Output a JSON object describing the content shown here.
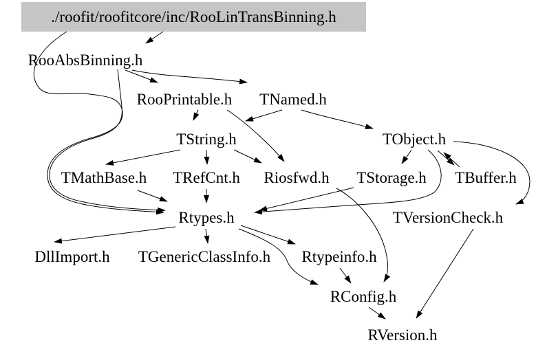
{
  "diagram": {
    "kind": "include-dependency-graph",
    "colors": {
      "background": "#ffffff",
      "main_node_fill": "#c5c5c5",
      "edge": "#000000",
      "text": "#000000"
    },
    "main_node": "./roofit/roofitcore/inc/RooLinTransBinning.h",
    "nodes": [
      {
        "id": "main",
        "label": "./roofit/roofitcore/inc/RooLinTransBinning.h"
      },
      {
        "id": "RooAbsBinning",
        "label": "RooAbsBinning.h"
      },
      {
        "id": "RooPrintable",
        "label": "RooPrintable.h"
      },
      {
        "id": "TNamed",
        "label": "TNamed.h"
      },
      {
        "id": "TString",
        "label": "TString.h"
      },
      {
        "id": "TObject",
        "label": "TObject.h"
      },
      {
        "id": "TMathBase",
        "label": "TMathBase.h"
      },
      {
        "id": "TRefCnt",
        "label": "TRefCnt.h"
      },
      {
        "id": "Riosfwd",
        "label": "Riosfwd.h"
      },
      {
        "id": "TStorage",
        "label": "TStorage.h"
      },
      {
        "id": "TBuffer",
        "label": "TBuffer.h"
      },
      {
        "id": "Rtypes",
        "label": "Rtypes.h"
      },
      {
        "id": "TVersionCheck",
        "label": "TVersionCheck.h"
      },
      {
        "id": "DllImport",
        "label": "DllImport.h"
      },
      {
        "id": "TGenericClassInfo",
        "label": "TGenericClassInfo.h"
      },
      {
        "id": "Rtypeinfo",
        "label": "Rtypeinfo.h"
      },
      {
        "id": "RConfig",
        "label": "RConfig.h"
      },
      {
        "id": "RVersion",
        "label": "RVersion.h"
      }
    ],
    "edges": [
      {
        "from": "main",
        "to": "RooAbsBinning"
      },
      {
        "from": "main",
        "to": "Rtypes"
      },
      {
        "from": "RooAbsBinning",
        "to": "RooPrintable"
      },
      {
        "from": "RooAbsBinning",
        "to": "TNamed"
      },
      {
        "from": "RooAbsBinning",
        "to": "Rtypes"
      },
      {
        "from": "RooPrintable",
        "to": "TString"
      },
      {
        "from": "RooPrintable",
        "to": "Riosfwd"
      },
      {
        "from": "TNamed",
        "to": "TString"
      },
      {
        "from": "TNamed",
        "to": "TObject"
      },
      {
        "from": "TString",
        "to": "TMathBase"
      },
      {
        "from": "TString",
        "to": "TRefCnt"
      },
      {
        "from": "TString",
        "to": "Riosfwd"
      },
      {
        "from": "TObject",
        "to": "TStorage"
      },
      {
        "from": "TObject",
        "to": "Rtypes"
      },
      {
        "from": "TObject",
        "to": "TBuffer"
      },
      {
        "from": "TBuffer",
        "to": "TObject"
      },
      {
        "from": "TObject",
        "to": "TVersionCheck"
      },
      {
        "from": "TStorage",
        "to": "Rtypes"
      },
      {
        "from": "TMathBase",
        "to": "Rtypes"
      },
      {
        "from": "TRefCnt",
        "to": "Rtypes"
      },
      {
        "from": "Riosfwd",
        "to": "RConfig"
      },
      {
        "from": "Rtypes",
        "to": "DllImport"
      },
      {
        "from": "Rtypes",
        "to": "TGenericClassInfo"
      },
      {
        "from": "Rtypes",
        "to": "Rtypeinfo"
      },
      {
        "from": "Rtypes",
        "to": "RConfig"
      },
      {
        "from": "Rtypeinfo",
        "to": "RConfig"
      },
      {
        "from": "RConfig",
        "to": "RVersion"
      },
      {
        "from": "TVersionCheck",
        "to": "RVersion"
      }
    ]
  }
}
